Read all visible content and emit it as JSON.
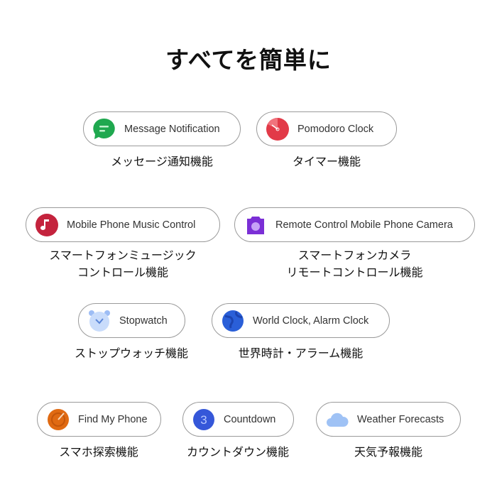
{
  "title": "すべてを簡単に",
  "features": [
    {
      "label": "Message Notification",
      "caption": [
        "メッセージ通知機能"
      ],
      "icon": "message-icon"
    },
    {
      "label": "Pomodoro Clock",
      "caption": [
        "タイマー機能"
      ],
      "icon": "pomodoro-icon"
    },
    {
      "label": "Mobile Phone Music Control",
      "caption": [
        "スマートフォンミュージック",
        "コントロール機能"
      ],
      "icon": "music-icon"
    },
    {
      "label": "Remote Control Mobile Phone Camera",
      "caption": [
        "スマートフォンカメラ",
        "リモートコントロール機能"
      ],
      "icon": "camera-icon"
    },
    {
      "label": "Stopwatch",
      "caption": [
        "ストップウォッチ機能"
      ],
      "icon": "stopwatch-icon"
    },
    {
      "label": "World Clock, Alarm Clock",
      "caption": [
        "世界時計・アラーム機能"
      ],
      "icon": "globe-icon"
    },
    {
      "label": "Find My Phone",
      "caption": [
        "スマホ探索機能"
      ],
      "icon": "radar-icon"
    },
    {
      "label": "Countdown",
      "caption": [
        "カウントダウン機能"
      ],
      "icon": "countdown-icon",
      "icon_text": "3"
    },
    {
      "label": "Weather Forecasts",
      "caption": [
        "天気予報機能"
      ],
      "icon": "cloud-icon"
    }
  ]
}
